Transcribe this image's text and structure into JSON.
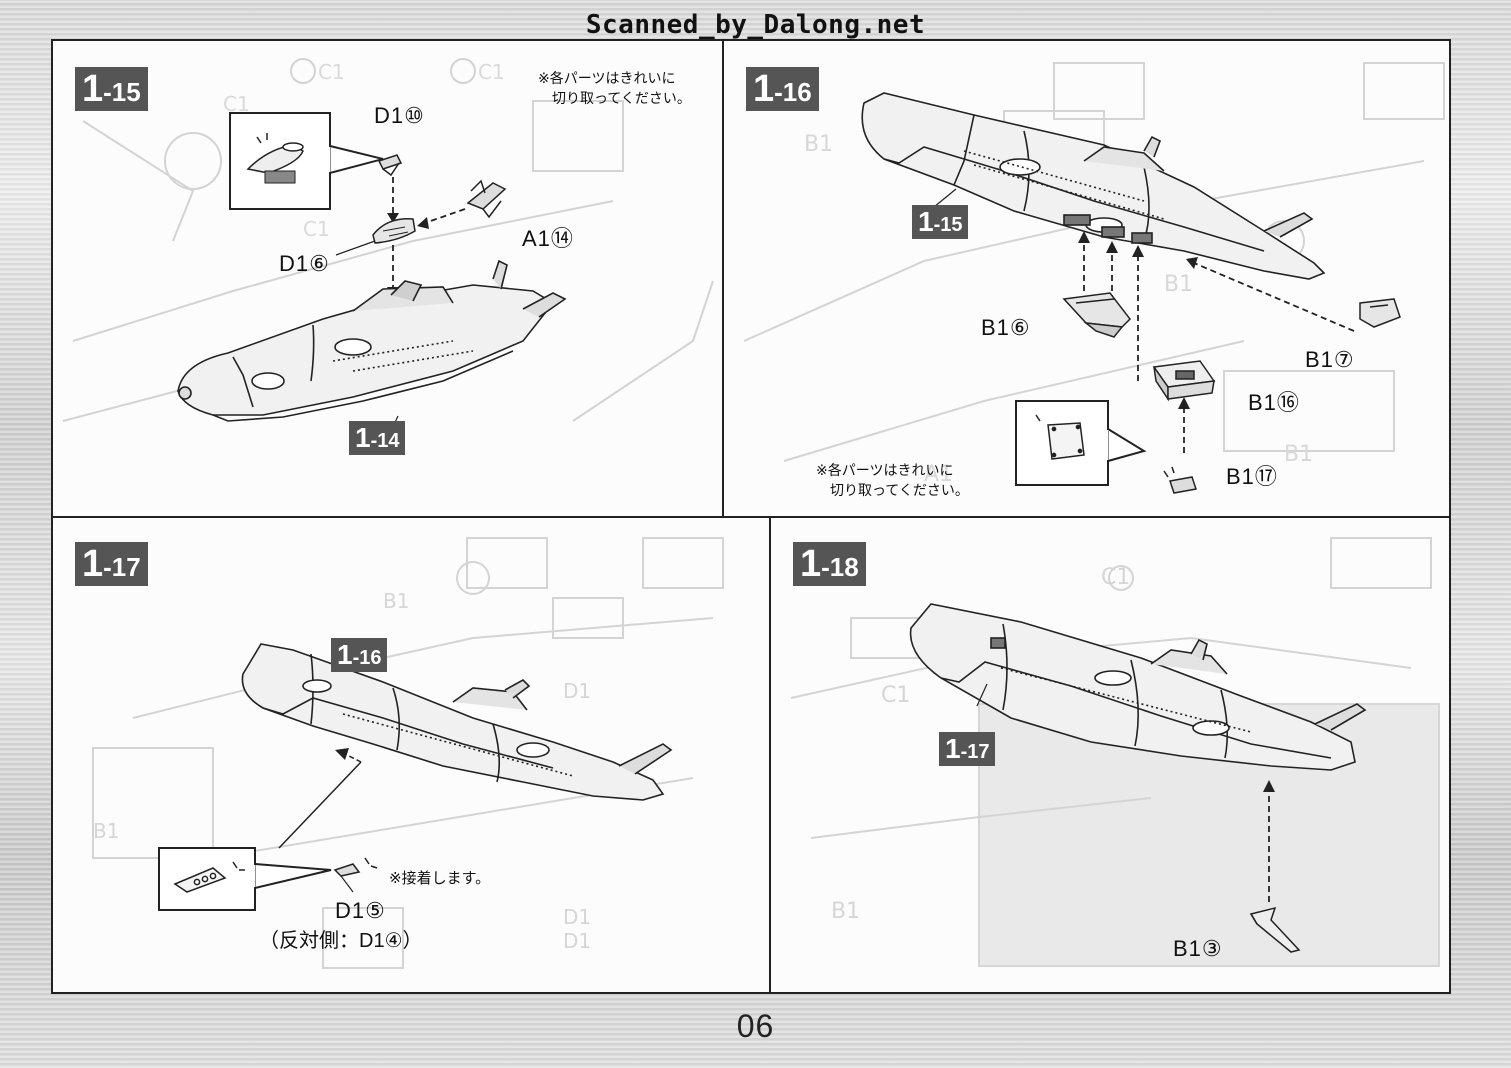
{
  "watermark": "Scanned_by_Dalong.net",
  "page_number": "06",
  "panels": [
    {
      "step_major": "1",
      "step_minor": "-15",
      "note_line1": "※各パーツはきれいに",
      "note_line2": "切り取ってください。",
      "label_d1_10": "D1⑩",
      "label_a1_14": "A1⑭",
      "label_d1_6": "D1⑥",
      "ref_major": "1",
      "ref_minor": "-14"
    },
    {
      "step_major": "1",
      "step_minor": "-16",
      "ref_major": "1",
      "ref_minor": "-15",
      "label_b1_6": "B1⑥",
      "label_b1_7": "B1⑦",
      "label_b1_16": "B1⑯",
      "label_b1_17": "B1⑰",
      "note_line1": "※各パーツはきれいに",
      "note_line2": "切り取ってください。"
    },
    {
      "step_major": "1",
      "step_minor": "-17",
      "ref_major": "1",
      "ref_minor": "-16",
      "glue_note": "※接着します。",
      "label_d1_5": "D1⑤",
      "label_opposite": "（反対側：D1④）"
    },
    {
      "step_major": "1",
      "step_minor": "-18",
      "ref_major": "1",
      "ref_minor": "-17",
      "label_b1_3": "B1③"
    }
  ]
}
